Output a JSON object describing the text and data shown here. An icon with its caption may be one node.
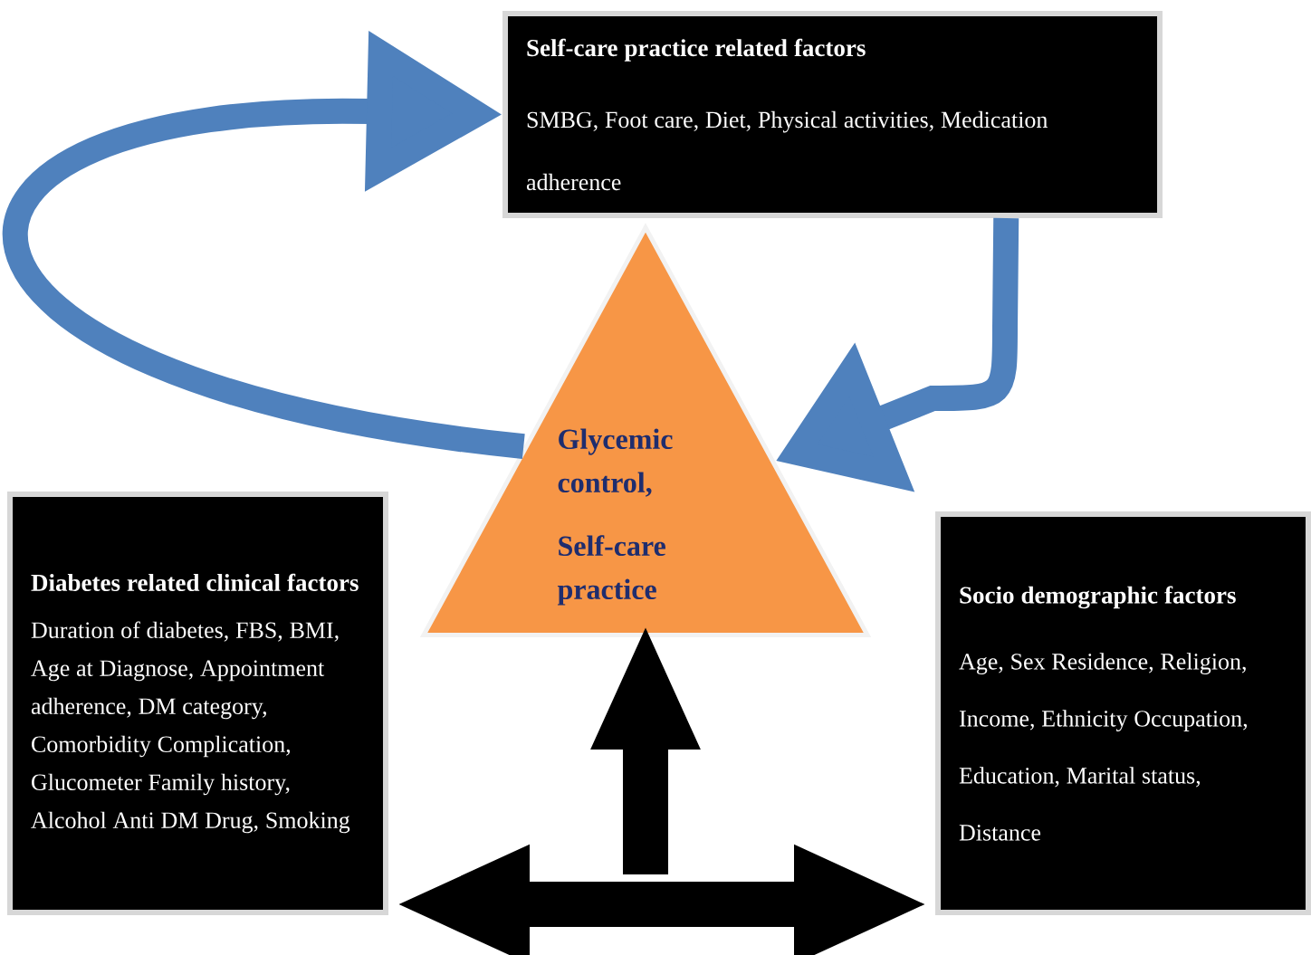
{
  "diagram": {
    "nodes": [
      {
        "text": [
          "Self-care practice related factors",
          "SMBG, Foot care, Diet, Physical activities, Medication adherence"
        ]
      },
      {
        "text": [
          "Glycemic control,",
          "Self-care practice"
        ]
      },
      {
        "text": [
          "Diabetes related clinical factors",
          "Duration of diabetes, FBS, BMI, Age at Diagnose, Appointment adherence, DM category, Comorbidity Complication, Glucometer Family history, Alcohol Anti DM Drug, Smoking"
        ]
      },
      {
        "text": [
          "Socio demographic factors",
          "Age, Sex Residence, Religion, Income, Ethnicity Occupation, Education, Marital status, Distance"
        ]
      }
    ],
    "edges": [
      {
        "from": 1,
        "to": 0,
        "arrow": "to",
        "color": "#4f81bd"
      },
      {
        "from": 0,
        "to": 1,
        "arrow": "to",
        "color": "#4f81bd"
      },
      {
        "from": 2,
        "to": 3,
        "arrow": "both",
        "color": "#000000"
      },
      {
        "from": null,
        "to": 1,
        "arrow": "to",
        "color": "#000000"
      }
    ]
  }
}
